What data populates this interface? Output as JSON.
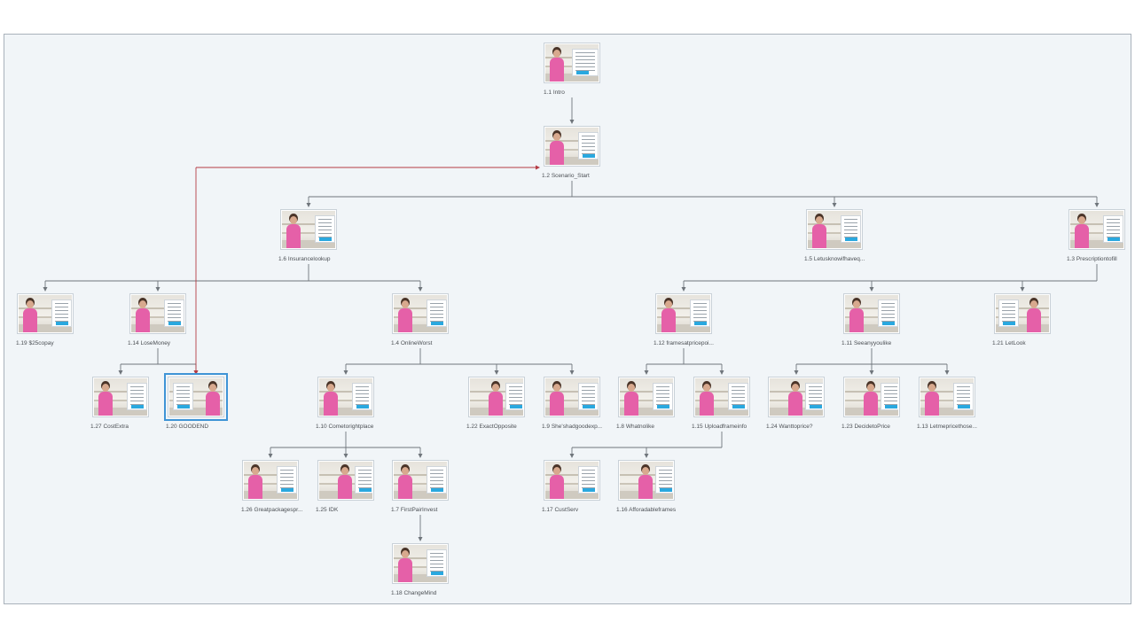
{
  "colors": {
    "wire": "#6f757b",
    "jump_wire": "#b53b44",
    "selection": "#3f94d6",
    "background": "#f1f5f8"
  },
  "slides": [
    {
      "id": "s1_1",
      "label": "1.1 Intro"
    },
    {
      "id": "s1_2",
      "label": "1.2 Scenario_Start"
    },
    {
      "id": "s1_6",
      "label": "1.6 Insurancelookup"
    },
    {
      "id": "s1_5",
      "label": "1.5  Letusknowifhaveq..."
    },
    {
      "id": "s1_3",
      "label": "1.3 Prescriptiontofill"
    },
    {
      "id": "s1_19",
      "label": "1.19 $25copay"
    },
    {
      "id": "s1_14",
      "label": "1.14 LoseMoney"
    },
    {
      "id": "s1_4",
      "label": "1.4 OnlineWorst"
    },
    {
      "id": "s1_12",
      "label": "1.12 framesatpricepoi..."
    },
    {
      "id": "s1_11",
      "label": "1.11  Seeanyyoulike"
    },
    {
      "id": "s1_21",
      "label": "1.21 LetLook"
    },
    {
      "id": "s1_27",
      "label": "1.27 CostExtra"
    },
    {
      "id": "s1_20",
      "label": "1.20 GOODEND",
      "selected": true
    },
    {
      "id": "s1_10",
      "label": "1.10 Cometorightplace"
    },
    {
      "id": "s1_22",
      "label": "1.22 ExactOpposite"
    },
    {
      "id": "s1_9",
      "label": "1.9 She'shadgoodexp..."
    },
    {
      "id": "s1_8",
      "label": "1.8 Whatnolike"
    },
    {
      "id": "s1_15",
      "label": "1.15 Uploadframeinfo"
    },
    {
      "id": "s1_24",
      "label": "1.24 Wanttoprice?"
    },
    {
      "id": "s1_23",
      "label": "1.23 DecidetoPrice"
    },
    {
      "id": "s1_13",
      "label": "1.13 Letmepricethose..."
    },
    {
      "id": "s1_26",
      "label": "1.26 Greatpackagespr..."
    },
    {
      "id": "s1_25",
      "label": "1.25 IDK"
    },
    {
      "id": "s1_7",
      "label": "1.7 FirstPairInvest"
    },
    {
      "id": "s1_17",
      "label": "1.17 CustServ"
    },
    {
      "id": "s1_16",
      "label": "1.16 Afforadableframes"
    },
    {
      "id": "s1_18",
      "label": "1.18 ChangeMind"
    }
  ],
  "connections": [
    {
      "from": "s1_1",
      "to": "s1_2"
    },
    {
      "from": "s1_2",
      "to": "s1_6"
    },
    {
      "from": "s1_2",
      "to": "s1_5"
    },
    {
      "from": "s1_2",
      "to": "s1_3"
    },
    {
      "from": "s1_6",
      "to": "s1_19"
    },
    {
      "from": "s1_6",
      "to": "s1_14"
    },
    {
      "from": "s1_6",
      "to": "s1_4"
    },
    {
      "from": "s1_3",
      "to": "s1_12"
    },
    {
      "from": "s1_3",
      "to": "s1_11"
    },
    {
      "from": "s1_3",
      "to": "s1_21"
    },
    {
      "from": "s1_14",
      "to": "s1_27"
    },
    {
      "from": "s1_14",
      "to": "s1_20"
    },
    {
      "from": "s1_4",
      "to": "s1_10"
    },
    {
      "from": "s1_4",
      "to": "s1_22"
    },
    {
      "from": "s1_4",
      "to": "s1_9"
    },
    {
      "from": "s1_12",
      "to": "s1_8"
    },
    {
      "from": "s1_12",
      "to": "s1_15"
    },
    {
      "from": "s1_11",
      "to": "s1_24"
    },
    {
      "from": "s1_11",
      "to": "s1_23"
    },
    {
      "from": "s1_11",
      "to": "s1_13"
    },
    {
      "from": "s1_10",
      "to": "s1_26"
    },
    {
      "from": "s1_10",
      "to": "s1_25"
    },
    {
      "from": "s1_10",
      "to": "s1_7"
    },
    {
      "from": "s1_15",
      "to": "s1_17"
    },
    {
      "from": "s1_15",
      "to": "s1_16"
    },
    {
      "from": "s1_7",
      "to": "s1_18"
    },
    {
      "from": "s1_20",
      "to": "s1_2",
      "kind": "jump"
    }
  ]
}
